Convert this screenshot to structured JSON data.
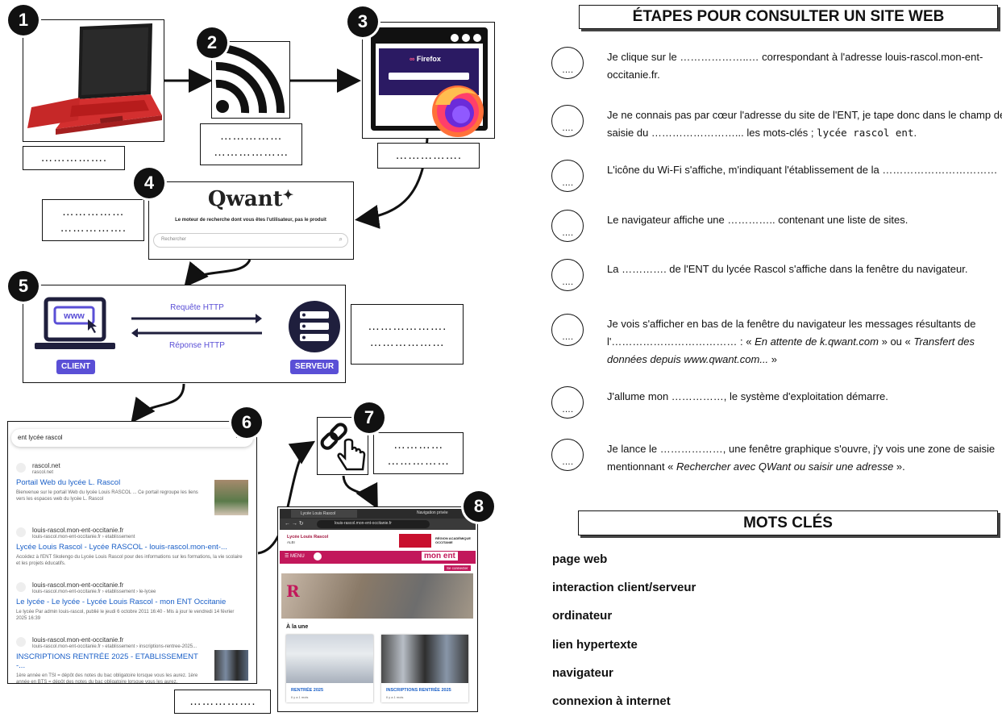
{
  "numbers": [
    "1",
    "2",
    "3",
    "4",
    "5",
    "6",
    "7",
    "8"
  ],
  "blanks": {
    "b1": [
      "……………."
    ],
    "b2": [
      "……………",
      "………………"
    ],
    "b3": [
      "……………."
    ],
    "b4": [
      "……………",
      "……………."
    ],
    "b5": [
      "……………….",
      "………………"
    ],
    "b7": [
      "…………",
      "……………"
    ],
    "b8": [
      "……………."
    ]
  },
  "screens": {
    "firefox_label": "Firefox",
    "qwant_logo": "Qwant",
    "qwant_tagline": "Le moteur de recherche dont vous êtes l'utilisateur, pas le produit",
    "qwant_placeholder": "Rechercher",
    "client_label": "CLIENT",
    "server_label": "SERVEUR",
    "request_label": "Requête HTTP",
    "response_label": "Réponse HTTP",
    "www_label": "www",
    "serp_query": "ent lycée rascol",
    "serp_results": [
      {
        "site": "rascol.net",
        "url": "rascol.net",
        "title": "Portail Web du lycée L. Rascol",
        "desc": "Bienvenue sur le portail Web du lycée Louis RASCOL ... Ce portail regroupe les liens vers les espaces web du lycée L. Rascol"
      },
      {
        "site": "louis-rascol.mon-ent-occitanie.fr",
        "url": "louis-rascol.mon-ent-occitanie.fr › etablissement",
        "title": "Lycée Louis Rascol - Lycée RASCOL - louis-rascol.mon-ent-...",
        "desc": "Accédez à l'ENT Skolengo du Lycée Louis Rascol pour des informations sur les formations, la vie scolaire et les projets éducatifs."
      },
      {
        "site": "louis-rascol.mon-ent-occitanie.fr",
        "url": "louis-rascol.mon-ent-occitanie.fr › etablissement › le-lycee",
        "title": "Le lycée - Le lycée - Lycée Louis Rascol - mon ENT Occitanie",
        "desc": "Le lycée Par admin louis-rascol, publié le jeudi 6 octobre 2011 16:40 - Mis à jour le vendredi 14 février 2025 16:39"
      },
      {
        "site": "louis-rascol.mon-ent-occitanie.fr",
        "url": "louis-rascol.mon-ent-occitanie.fr › etablissement › inscriptions-rentree-2025...",
        "title": "INSCRIPTIONS RENTRÉE 2025 - ETABLISSEMENT -...",
        "desc": "1ère année en TSI = dépôt des notes du bac obligatoire lorsque vous les aurez. 1ère année en BTS = dépôt des notes du bac obligatoire lorsque vous les aurez."
      }
    ],
    "ent_tab": "Lycée Louis Rascol",
    "ent_tab2": "Navigation privée",
    "ent_url": "louis-rascol.mon-ent-occitanie.fr",
    "ent_school": "Lycée Louis Rascol",
    "ent_city": "ALBI",
    "ent_region": "RÉGION ACADÉMIQUE OCCITANIE",
    "ent_menu": "MENU",
    "ent_monent": "mon ent",
    "ent_login": "Se connecter",
    "ent_alaune": "À la une",
    "ent_card1": "RENTRÉE 2025",
    "ent_card2": "INSCRIPTIONS RENTRÉE 2025",
    "ent_ago": "Il y a 1 mois"
  },
  "etapes": {
    "title": "ÉTAPES POUR CONSULTER UN SITE WEB",
    "circle_text": "….",
    "items": [
      {
        "a": "Je clique sur le ………………..… correspondant à l'adresse louis-rascol.mon-ent-occitanie.fr."
      },
      {
        "a": "Je ne connais pas par cœur l'adresse du site de l'ENT, je tape donc dans le champ de saisie du ……………………... les mots-clés ; ",
        "code": "lycée rascol ent",
        "b": "."
      },
      {
        "a": "L'icône du Wi-Fi s'affiche, m'indiquant l'établissement de la ……………………………"
      },
      {
        "a": "Le navigateur affiche une ………….. contenant une liste de sites."
      },
      {
        "a": "La …………. de l'ENT du lycée Rascol s'affiche dans la fenêtre du navigateur."
      },
      {
        "a": "Je vois s'afficher en bas de la fenêtre du navigateur les messages résultants de l'……………………………… : « ",
        "i1": "En attente de k.qwant.com",
        "m": " » ou « ",
        "i2": "Transfert des données depuis www.qwant.com...",
        "b": " »"
      },
      {
        "a": "J'allume mon ……………, le système d'exploitation démarre."
      },
      {
        "a": "Je lance le ………………, une fenêtre graphique s'ouvre, j'y vois une zone de saisie mentionnant « ",
        "i1": "Rechercher avec QWant ou saisir une adresse",
        "b": " »."
      }
    ]
  },
  "mots": {
    "title": "MOTS CLÉS",
    "items": [
      "page web",
      "interaction client/serveur",
      "ordinateur",
      "lien hypertexte",
      "navigateur",
      "connexion à internet"
    ]
  },
  "colors": {
    "accent": "#5a4fd6",
    "ent_red": "#c2185b",
    "link": "#1a5fc7"
  }
}
